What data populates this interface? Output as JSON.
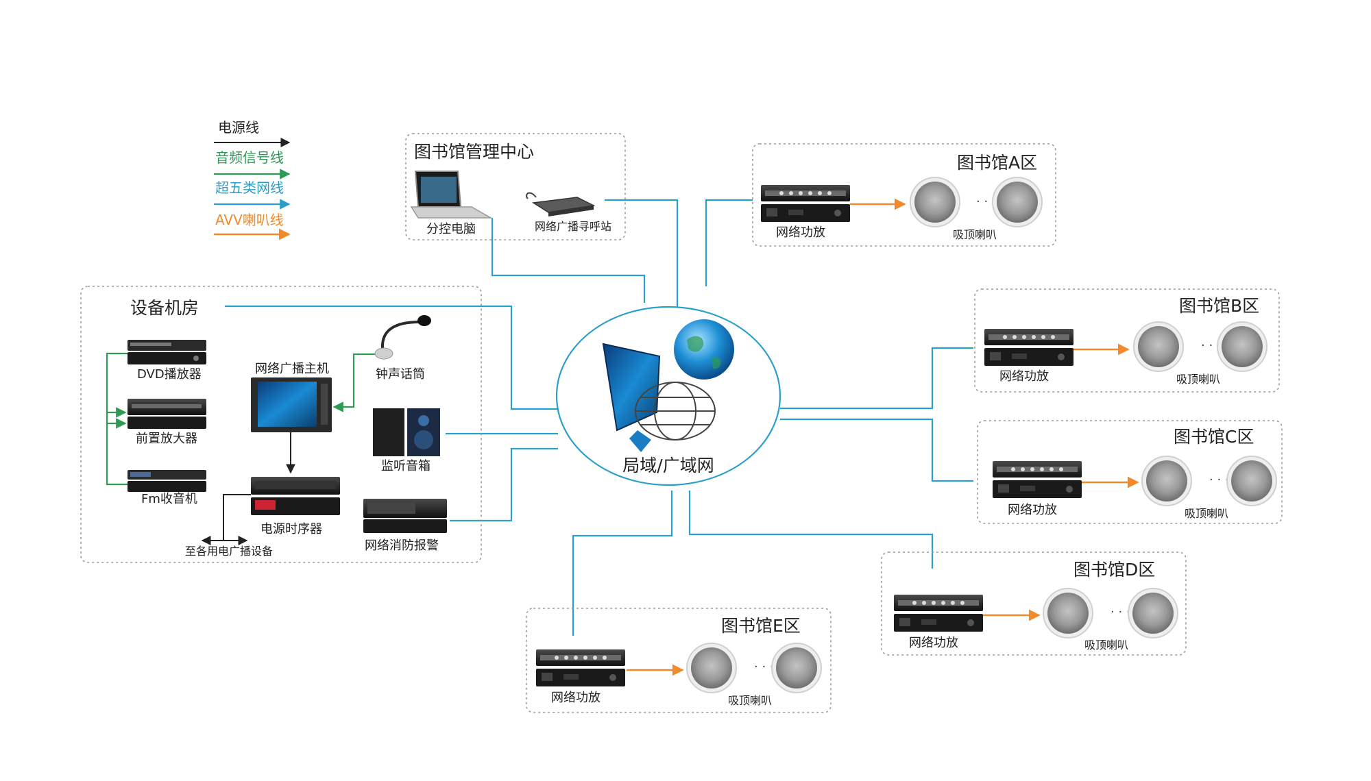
{
  "legend": {
    "power": {
      "label": "电源线",
      "color": "#222222"
    },
    "audio": {
      "label": "音频信号线",
      "color": "#2f9a55"
    },
    "network": {
      "label": "超五类网线",
      "color": "#2b9fc9"
    },
    "speaker": {
      "label": "AVV喇叭线",
      "color": "#f08a2a"
    }
  },
  "center": {
    "label": "局域/广域网"
  },
  "mgmt": {
    "title": "图书馆管理中心",
    "pc_label": "分控电脑",
    "station_label": "网络广播寻呼站"
  },
  "room": {
    "title": "设备机房",
    "dvd": "DVD播放器",
    "preamp": "前置放大器",
    "fm": "Fm收音机",
    "host": "网络广播主机",
    "mic": "钟声话筒",
    "monitor": "监听音箱",
    "sequencer": "电源时序器",
    "fire": "网络消防报警",
    "backup": "至各用电广播设备"
  },
  "zones": [
    {
      "title": "图书馆A区",
      "amp": "网络功放",
      "speaker": "吸顶喇叭"
    },
    {
      "title": "图书馆B区",
      "amp": "网络功放",
      "speaker": "吸顶喇叭"
    },
    {
      "title": "图书馆C区",
      "amp": "网络功放",
      "speaker": "吸顶喇叭"
    },
    {
      "title": "图书馆D区",
      "amp": "网络功放",
      "speaker": "吸顶喇叭"
    },
    {
      "title": "图书馆E区",
      "amp": "网络功放",
      "speaker": "吸顶喇叭"
    }
  ],
  "icons": [
    "laptop-icon",
    "paging-station-icon",
    "dvd-player-icon",
    "preamp-icon",
    "fm-radio-icon",
    "broadcast-host-icon",
    "gooseneck-mic-icon",
    "monitor-speaker-icon",
    "power-sequencer-icon",
    "fire-alarm-icon",
    "globe-network-icon",
    "amplifier-icon",
    "ceiling-speaker-icon"
  ]
}
